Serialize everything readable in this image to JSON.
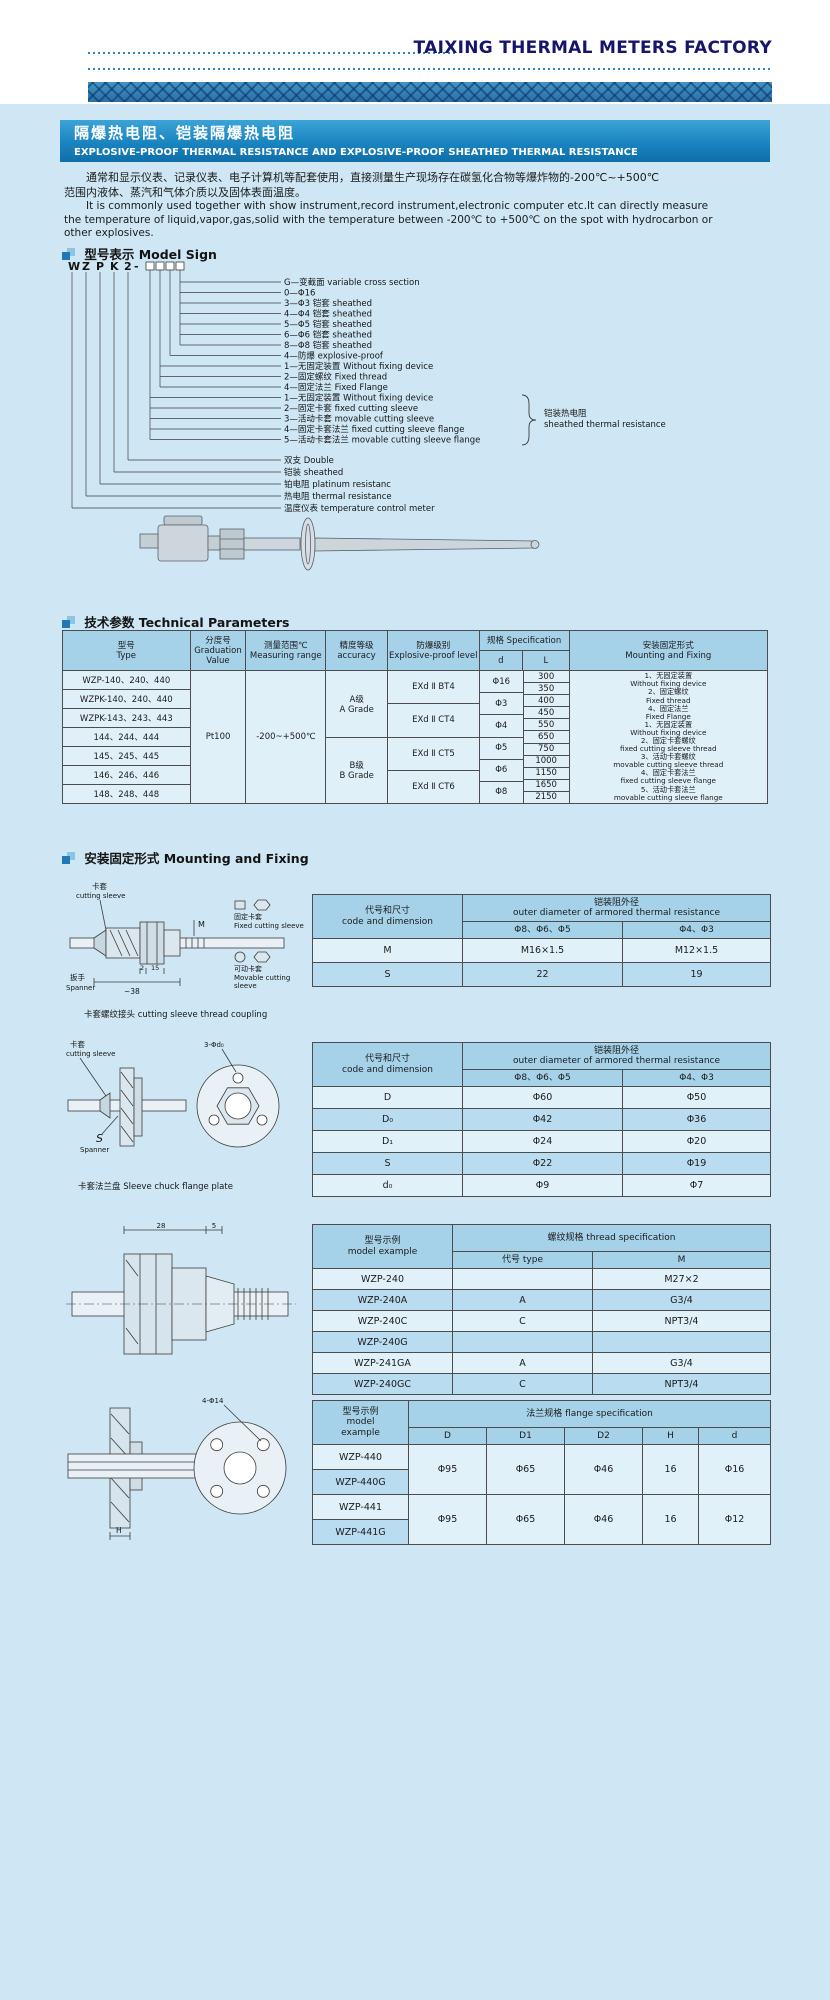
{
  "colors": {
    "page_bg": "#cfe7f4",
    "band_blue": "#2f7fb6",
    "title_bar": "#1a84c0",
    "table_header": "#a5d2e9",
    "table_row_light": "#e0f1f9",
    "table_row_dark": "#b9dcf0",
    "accent_blue": "#2e86c1",
    "factory_title_color": "#15156b"
  },
  "header": {
    "factory": "TAIXING THERMAL METERS FACTORY"
  },
  "title": {
    "cn": "隔爆热电阻、铠装隔爆热电阻",
    "en": "EXPLOSIVE-PROOF THERMAL RESISTANCE AND EXPLOSIVE-PROOF SHEATHED THERMAL RESISTANCE"
  },
  "intro": {
    "cn1": "通常和显示仪表、记录仪表、电子计算机等配套使用，直接测量生产现场存在碳氢化合物等爆炸物的-200℃~+500℃",
    "cn2": "范围内液体、蒸汽和气体介质以及固体表面温度。",
    "en1": "It is commonly used together with show instrument,record instrument,electronic computer etc.It can directly measure",
    "en2": "the temperature of liquid,vapor,gas,solid with the temperature between -200℃ to +500℃ on the spot with hydrocarbon or",
    "en3": "other explosives."
  },
  "model_sign": {
    "heading": "型号表示 Model Sign",
    "code": [
      "W",
      "Z",
      "P",
      "K",
      "2",
      "-"
    ],
    "labels": [
      "G—变截面 variable cross section",
      "0—Φ16",
      "3—Φ3 铠套 sheathed",
      "4—Φ4 铠套 sheathed",
      "5—Φ5 铠套 sheathed",
      "6—Φ6 铠套 sheathed",
      "8—Φ8 铠套 sheathed",
      "4—防爆 explosive-proof",
      "1—无固定装置 Without fixing device",
      "2—固定螺纹 Fixed thread",
      "4—固定法兰 Fixed Flange",
      "1—无固定装置 Without fixing device",
      "2—固定卡套 fixed cutting sleeve",
      "3—活动卡套 movable cutting sleeve",
      "4—固定卡套法兰 fixed cutting sleeve flange",
      "5—活动卡套法兰 movable cutting sleeve flange",
      "双支 Double",
      "铠装 sheathed",
      "铂电阻 platinum resistanc",
      "热电阻 thermal resistance",
      "温度仪表 temperature control meter"
    ],
    "bracket_cn": "铠装热电阻",
    "bracket_en": "sheathed thermal resistance"
  },
  "tech": {
    "heading": "技术参数 Technical Parameters",
    "head": {
      "type": "型号\nType",
      "graduation": "分度号\nGraduation\nValue",
      "range": "测量范围℃\nMeasuring range",
      "accuracy": "精度等级\naccuracy",
      "explosive": "防爆级别\nExplosive-proof level",
      "spec": "规格 Specification",
      "d": "d",
      "l": "L",
      "mounting": "安装固定形式\nMounting and Fixing"
    },
    "types": [
      "WZP-140、240、440",
      "WZPK-140、240、440",
      "WZPK-143、243、443",
      "144、244、444",
      "145、245、445",
      "146、246、446",
      "148、248、448"
    ],
    "graduation": "Pt100",
    "range": "-200~+500℃",
    "accuracy": [
      "A级\nA Grade",
      "B级\nB Grade"
    ],
    "explosive": [
      "EXd Ⅱ BT4",
      "EXd Ⅱ CT4",
      "EXd Ⅱ CT5",
      "EXd Ⅱ CT6"
    ],
    "d_values": [
      "Φ16",
      "Φ3",
      "Φ4",
      "Φ5",
      "Φ6",
      "Φ8"
    ],
    "l_values": [
      "300",
      "350",
      "400",
      "450",
      "550",
      "650",
      "750",
      "1000",
      "1150",
      "1650",
      "2150"
    ],
    "mounting": "1、无固定装置\nWithout fixing device\n2、固定螺纹\nFixed thread\n4、固定法兰\nFixed Flange\n1、无固定装置\nWithout fixing device\n2、固定卡套螺纹\nfixed cutting sleeve thread\n3、活动卡套螺纹\nmovable cutting sleeve thread\n4、固定卡套法兰\nfixed cutting sleeve flange\n5、活动卡套法兰\nmovable cutting sleeve flange"
  },
  "mounting": {
    "heading": "安装固定形式 Mounting and Fixing",
    "blockA": {
      "sleeve_cn": "卡套",
      "sleeve_en": "cutting sleeve",
      "fixed_cn": "固定卡套",
      "fixed_en": "Fixed cutting sleeve",
      "movable_cn": "可动卡套",
      "movable_en": "Movable cutting sleeve",
      "spanner_cn": "扳手",
      "spanner_en": "Spanner",
      "dim_38": "~38",
      "dim_2": "2",
      "dim_15": "15",
      "m_mark": "M",
      "caption": "卡套螺纹接头 cutting sleeve thread coupling",
      "table": {
        "corner": "代号和尺寸\ncode and dimension",
        "group": "铠装阻外径\nouter diameter of armored thermal resistance",
        "col1": "Φ8、Φ6、Φ5",
        "col2": "Φ4、Φ3",
        "rows": [
          {
            "label": "M",
            "v1": "M16×1.5",
            "v2": "M12×1.5"
          },
          {
            "label": "S",
            "v1": "22",
            "v2": "19"
          }
        ]
      }
    },
    "blockB": {
      "sleeve_cn": "卡套",
      "sleeve_en": "cutting sleeve",
      "holes": "3-Φd₀",
      "s_mark": "S",
      "spanner_en": "Spanner",
      "caption": "卡套法兰盘 Sleeve chuck flange plate",
      "table": {
        "corner": "代号和尺寸\ncode and dimension",
        "group": "铠装阻外径\nouter diameter of armored thermal resistance",
        "col1": "Φ8、Φ6、Φ5",
        "col2": "Φ4、Φ3",
        "rows": [
          {
            "label": "D",
            "v1": "Φ60",
            "v2": "Φ50"
          },
          {
            "label": "D₀",
            "v1": "Φ42",
            "v2": "Φ36"
          },
          {
            "label": "D₁",
            "v1": "Φ24",
            "v2": "Φ20"
          },
          {
            "label": "S",
            "v1": "Φ22",
            "v2": "Φ19"
          },
          {
            "label": "d₀",
            "v1": "Φ9",
            "v2": "Φ7"
          }
        ]
      }
    },
    "blockC": {
      "dim_28": "28",
      "dim_5": "5",
      "table": {
        "corner": "型号示例\nmodel example",
        "group": "螺纹规格 thread specification",
        "col1": "代号 type",
        "col2": "M",
        "rows": [
          {
            "model": "WZP-240",
            "type": "",
            "m": "M27×2"
          },
          {
            "model": "WZP-240A",
            "type": "A",
            "m": "G3/4"
          },
          {
            "model": "WZP-240C",
            "type": "C",
            "m": "NPT3/4"
          },
          {
            "model": "WZP-240G",
            "type": "",
            "m": ""
          },
          {
            "model": "WZP-241GA",
            "type": "A",
            "m": "G3/4"
          },
          {
            "model": "WZP-240GC",
            "type": "C",
            "m": "NPT3/4"
          }
        ]
      }
    },
    "blockD": {
      "holes": "4-Φ14",
      "h_mark": "H",
      "table": {
        "corner": "型号示例\nmodel\nexample",
        "group": "法兰规格 flange specification",
        "cols": [
          "D",
          "D1",
          "D2",
          "H",
          "d"
        ],
        "groups": [
          {
            "models": [
              "WZP-440",
              "WZP-440G"
            ],
            "D": "Φ95",
            "D1": "Φ65",
            "D2": "Φ46",
            "H": "16",
            "d": "Φ16"
          },
          {
            "models": [
              "WZP-441",
              "WZP-441G"
            ],
            "D": "Φ95",
            "D1": "Φ65",
            "D2": "Φ46",
            "H": "16",
            "d": "Φ12"
          }
        ]
      }
    }
  }
}
